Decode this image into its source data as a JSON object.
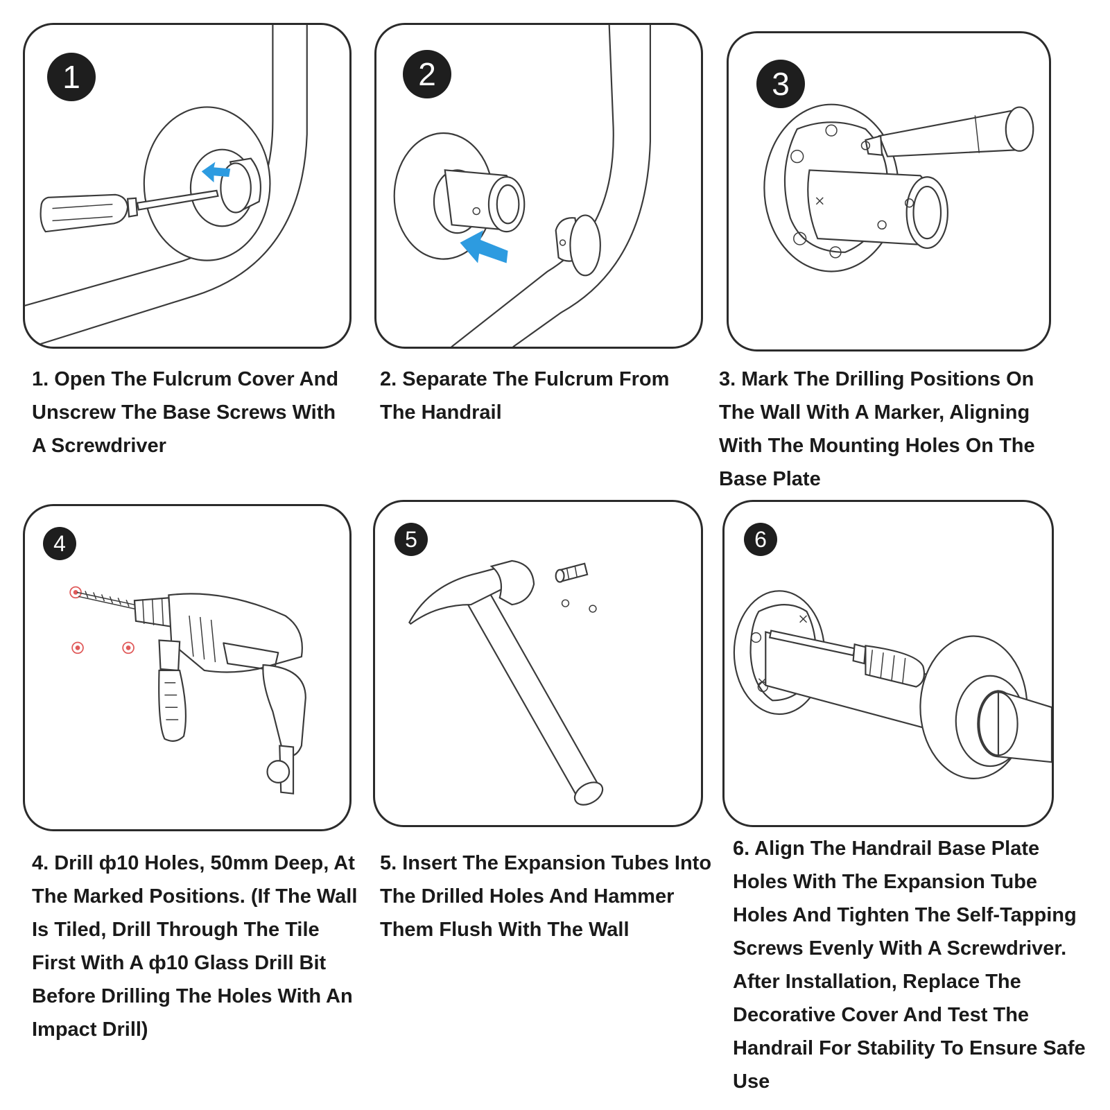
{
  "steps": [
    {
      "number": "1",
      "text": "1. Open The Fulcrum Cover And Unscrew The Base Screws With A Screwdriver"
    },
    {
      "number": "2",
      "text": "2. Separate The Fulcrum From The Handrail"
    },
    {
      "number": "3",
      "text": "3. Mark The Drilling Positions On The Wall With A Marker, Aligning With The Mounting Holes On The Base Plate"
    },
    {
      "number": "4",
      "text": "4. Drill ф10 Holes, 50mm Deep, At The Marked Positions. (If The Wall Is Tiled, Drill Through The Tile First With A ф10 Glass Drill Bit Before Drilling The Holes With An Impact Drill)"
    },
    {
      "number": "5",
      "text": "5. Insert The Expansion Tubes Into The Drilled Holes And Hammer Them Flush With The Wall"
    },
    {
      "number": "6",
      "text": "6. Align The Handrail Base Plate Holes With The Expansion Tube Holes And Tighten The Self-Tapping Screws Evenly With A Screwdriver. After Installation, Replace The Decorative Cover And Test The Handrail For Stability To Ensure Safe Use"
    }
  ],
  "colors": {
    "arrow": "#2d9be0",
    "marker": "#e05a5a",
    "badge": "#1e1e1e",
    "outline": "#2b2b2b"
  },
  "icons": [
    "screwdriver-icon",
    "arrow-icon",
    "base-plate-icon",
    "drill-icon",
    "hammer-icon",
    "expansion-tube-icon"
  ]
}
